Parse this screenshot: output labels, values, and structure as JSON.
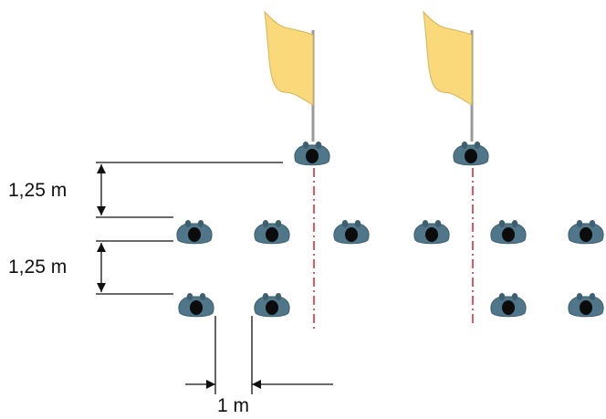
{
  "labels": {
    "spacing_top": "1,25 m",
    "spacing_middle": "1,25 m",
    "spacing_horizontal": "1 m"
  },
  "colors": {
    "flag": "#f9d97a",
    "flag_outline": "#c9a84a",
    "soldier_body": "#4f7789",
    "soldier_head": "#0c0c0c",
    "guide_line": "#d62f3a",
    "dimension_line": "#111111"
  },
  "icons": {
    "flag": "flag-icon",
    "soldier": "soldier-topview-icon"
  },
  "formation": {
    "flag_bearers": 2,
    "front_rank": 6,
    "rear_rank": 4
  }
}
